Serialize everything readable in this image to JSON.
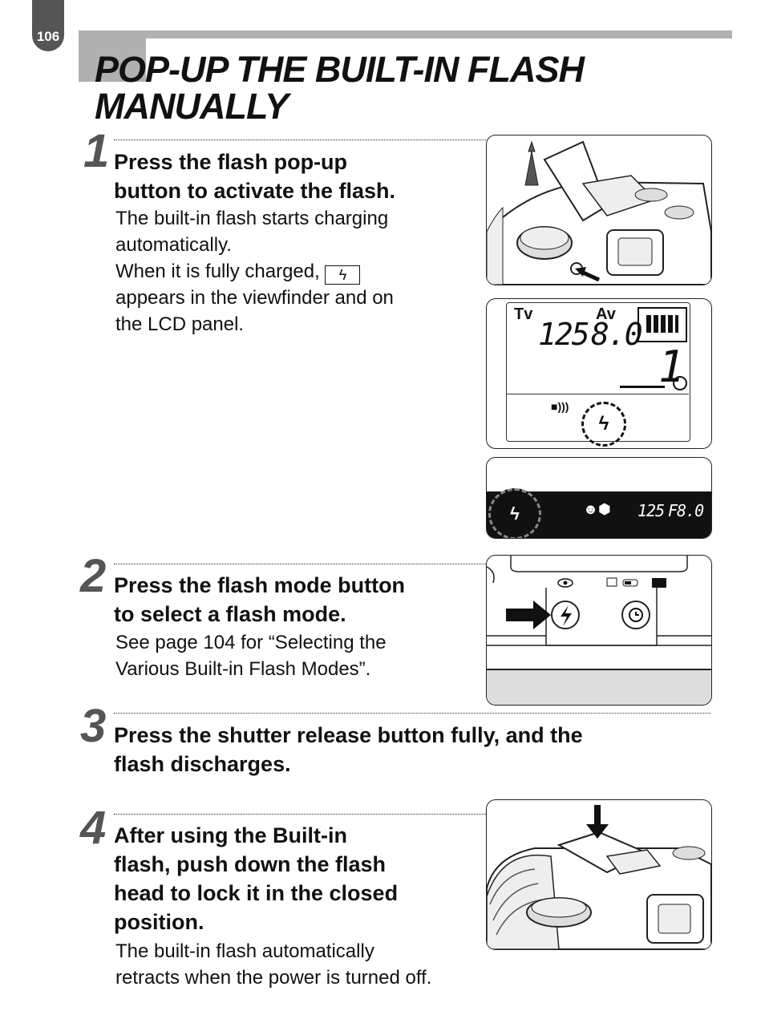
{
  "page_number": "106",
  "title_line1": "POP-UP THE BUILT-IN FLASH",
  "title_line2": "MANUALLY",
  "steps": [
    {
      "num": "1",
      "head_line1": "Press the flash pop-up",
      "head_line2": "button to activate the flash.",
      "body_line1": "The built-in flash starts charging",
      "body_line2": "automatically.",
      "body_line3": "When it is fully charged,",
      "body_line4": "appears in the viewfinder and on",
      "body_line5": "the LCD panel."
    },
    {
      "num": "2",
      "head_line1": "Press the flash mode button",
      "head_line2": "to select a flash mode.",
      "body_line1": "See page 104 for “Selecting the",
      "body_line2": "Various Built-in Flash Modes”."
    },
    {
      "num": "3",
      "head_line1": "Press the shutter release button fully, and the",
      "head_line2": "flash discharges."
    },
    {
      "num": "4",
      "head_line1": "After using the Built-in",
      "head_line2": "flash, push down the flash",
      "head_line3": "head to lock it in the closed",
      "head_line4": "position.",
      "body_line1": "The built-in flash automatically",
      "body_line2": "retracts when the power is turned off."
    }
  ],
  "lcd": {
    "tv": "Tv",
    "av": "Av",
    "shutter": "125",
    "aperture": "8.0",
    "frame_count": "1"
  },
  "viewfinder": {
    "shutter": "125",
    "aperture": "F8.0"
  },
  "icons": {
    "flash": "lightning-bolt",
    "eye": "eye-icon",
    "self_timer": "self-timer-icon"
  }
}
